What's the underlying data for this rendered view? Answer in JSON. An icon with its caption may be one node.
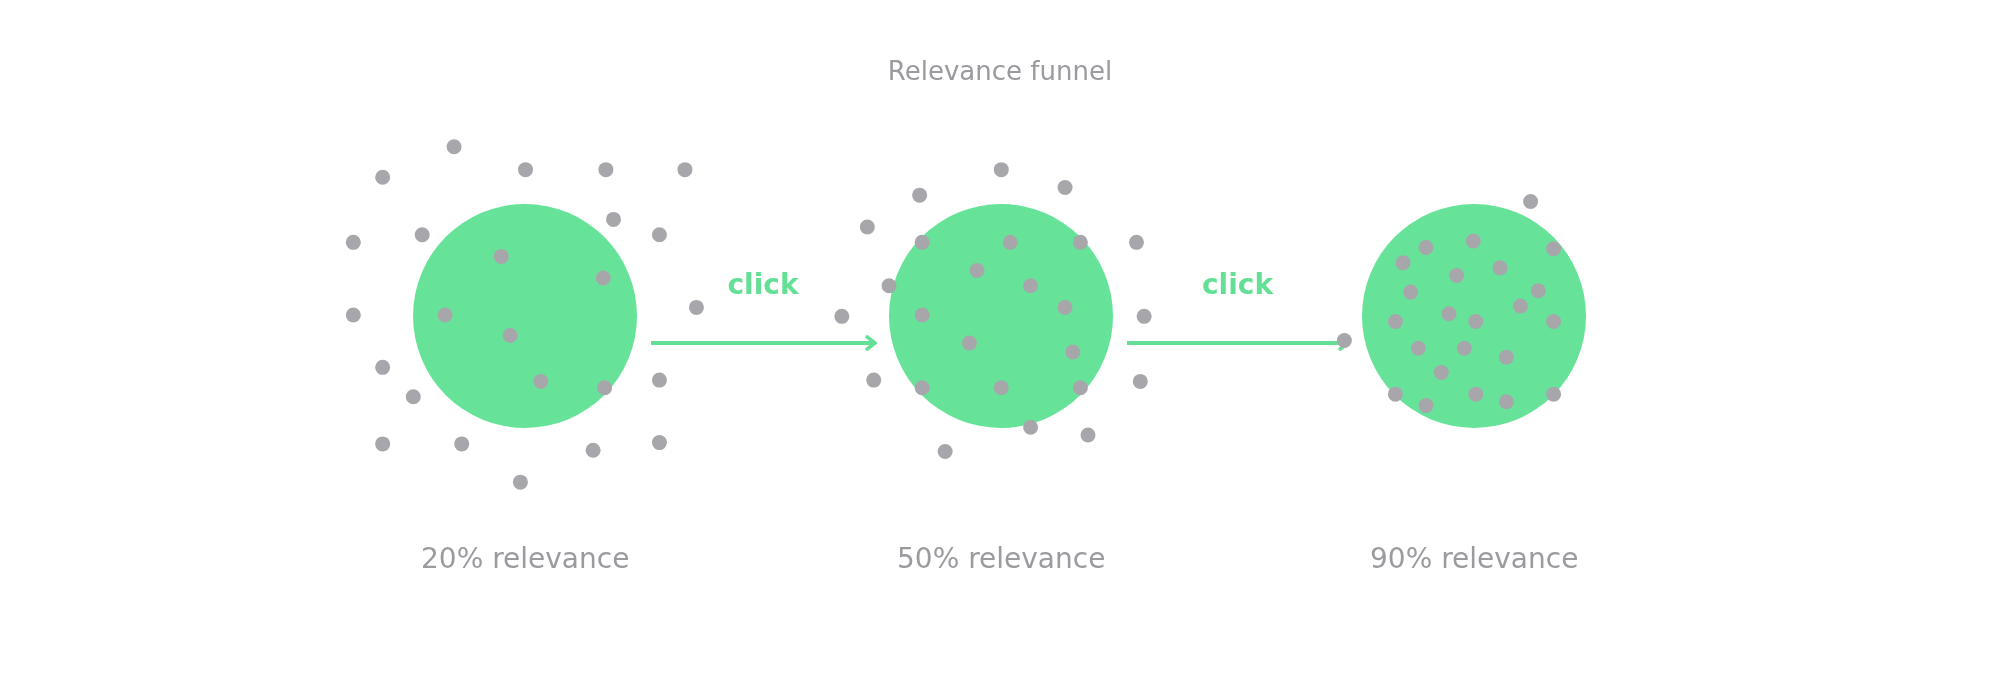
{
  "diagram": {
    "title": "Relevance funnel",
    "nodes": [
      {
        "text": [],
        "shape": "circle"
      },
      {
        "text": [],
        "shape": "circle"
      },
      {
        "text": [],
        "shape": "circle"
      }
    ],
    "labels": [
      "20% relevance",
      "50% relevance",
      "90% relevance"
    ],
    "edges": [
      {
        "from": 0,
        "to": 1,
        "arrow": "to",
        "label": "click"
      },
      {
        "from": 1,
        "to": 2,
        "arrow": "to",
        "label": "click"
      }
    ]
  }
}
